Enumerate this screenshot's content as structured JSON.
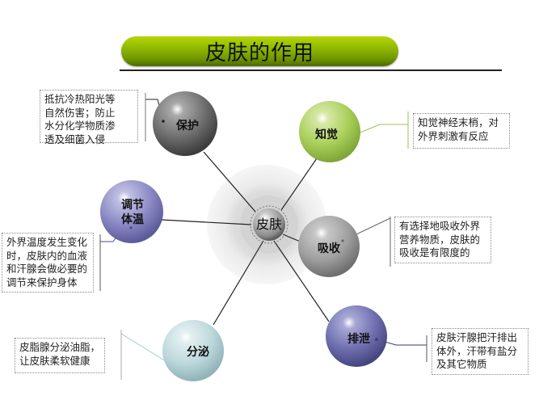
{
  "title": "皮肤的作用",
  "center": {
    "label": "皮肤"
  },
  "nodes": [
    {
      "id": "protect",
      "label": "保护",
      "color": "#6b6b6b",
      "description": "抵抗冷热阳光等自然伤害；防止水分化学物质渗透及细菌入侵",
      "lines": [
        "抵抗冷热阳光等",
        "自然伤害；防止",
        "水分化学物质渗",
        "透及细菌入侵"
      ]
    },
    {
      "id": "sense",
      "label": "知觉",
      "color": "#a9cf5a",
      "description": "知觉神经末梢，对外界刺激有反应",
      "lines": [
        "知觉神经末梢，对",
        "外界刺激有反应"
      ]
    },
    {
      "id": "thermo",
      "label": "调节体温",
      "label_lines": [
        "调节",
        "体温"
      ],
      "color": "#8a88c4",
      "description": "外界温度发生变化时，皮肤内的血液和汗腺会做必要的调节来保护身体",
      "lines": [
        "外界温度发生变化",
        "时，皮肤内的血液",
        "和汗腺会做必要的",
        "调节来保护身体"
      ]
    },
    {
      "id": "absorb",
      "label": "吸收",
      "color": "#a0a0a0",
      "description": "有选择地吸收外界营养物质，皮肤的吸收是有限度的",
      "lines": [
        "有选择地吸收外界",
        "营养物质，皮肤的",
        "吸收是有限度的"
      ]
    },
    {
      "id": "secrete",
      "label": "分泌",
      "color": "#bcd8dc",
      "description": "皮脂腺分泌油脂，让皮肤柔软健康",
      "lines": [
        "皮脂腺分泌油脂，",
        "让皮肤柔软健康"
      ]
    },
    {
      "id": "excrete",
      "label": "排泄",
      "color": "#6f6fb0",
      "description": "皮肤汗腺把汗排出体外，汗带有盐分及其它物质",
      "lines": [
        "皮肤汗腺把汗排出",
        "体外，汗带有盐分",
        "及其它物质"
      ]
    }
  ]
}
